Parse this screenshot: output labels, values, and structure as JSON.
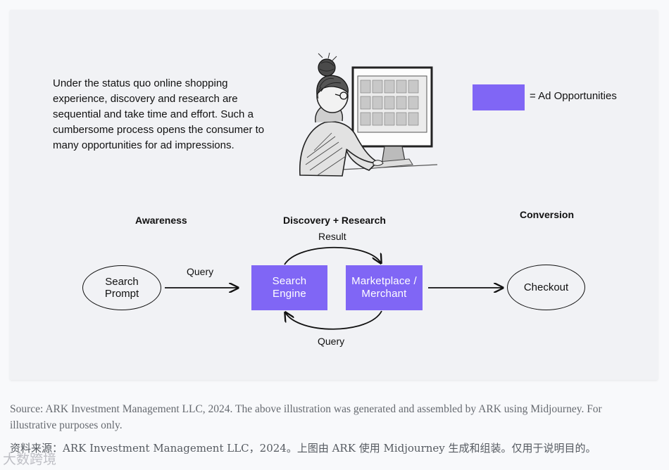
{
  "intro_text": "Under the status quo online shopping experience, discovery and research are sequential and take time and effort. Such a cumbersome process opens the consumer to many opportunities for ad impressions.",
  "illustration_icon": "person-at-computer-sketch-icon",
  "legend": {
    "label": "= Ad Opportunities",
    "color": "#8066f5"
  },
  "stages": {
    "awareness": "Awareness",
    "discovery": "Discovery + Research",
    "conversion": "Conversion"
  },
  "nodes": {
    "search_prompt": "Search\nPrompt",
    "search_engine": "Search\nEngine",
    "marketplace": "Marketplace /\nMerchant",
    "checkout": "Checkout"
  },
  "edges": {
    "query_left": "Query",
    "result_top": "Result",
    "query_bottom": "Query"
  },
  "source_en": "Source: ARK Investment Management LLC, 2024. The above illustration was generated and assembled by ARK using Midjourney. For illustrative purposes only.",
  "source_cn": "资料来源：ARK Investment Management LLC，2024。上图由 ARK 使用 Midjourney 生成和组装。仅用于说明目的。",
  "watermark": "大数跨境"
}
